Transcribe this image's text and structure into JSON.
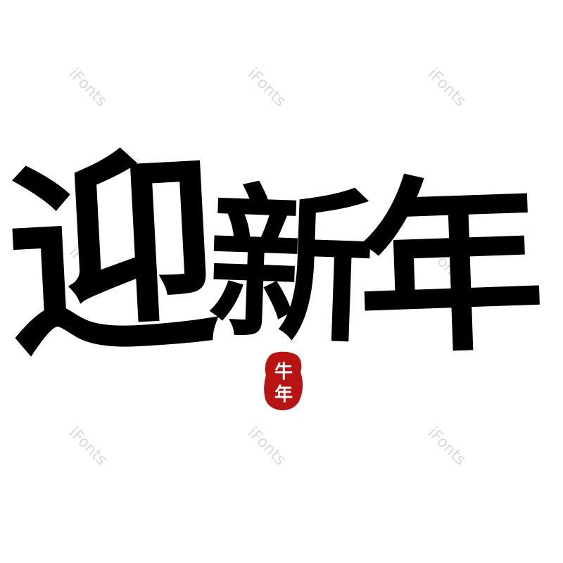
{
  "artwork": {
    "title_chars": [
      "迎",
      "新",
      "年"
    ],
    "ink_color": "#000000"
  },
  "seal": {
    "text_top": "牛",
    "text_bottom": "年",
    "color": "#b81414",
    "text_color": "#ffffff"
  },
  "watermarks": {
    "text": "iFonts",
    "color": "#d9d9d9"
  }
}
